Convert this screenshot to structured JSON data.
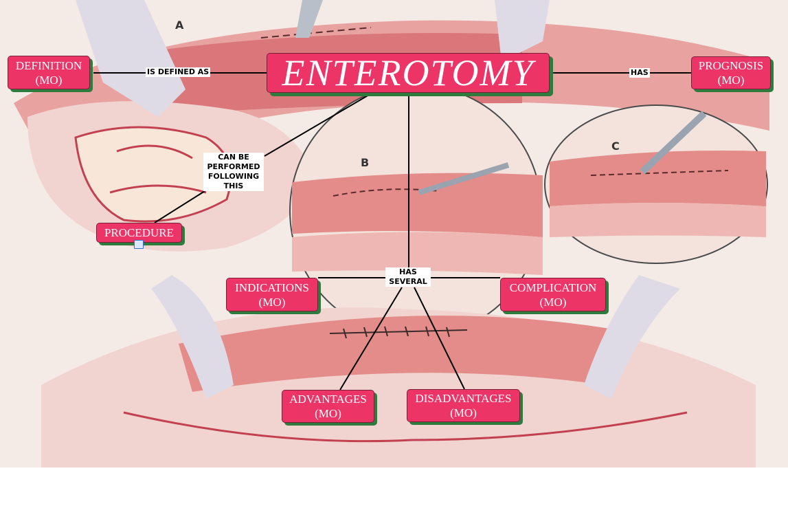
{
  "map": {
    "main_concept": "ENTEROTOMY",
    "concepts": {
      "definition": [
        "DEFINITION",
        "(MO)"
      ],
      "prognosis": [
        "PROGNOSIS",
        "(MO)"
      ],
      "procedure": [
        "PROCEDURE"
      ],
      "indications": [
        "INDICATIONS",
        "(MO)"
      ],
      "complication": [
        "COMPLICATION",
        "(MO)"
      ],
      "advantages": [
        "ADVANTAGES",
        "(MO)"
      ],
      "disadvantages": [
        "DISADVANTAGES",
        "(MO)"
      ]
    },
    "links": {
      "is_defined_as": [
        "IS DEFINED AS"
      ],
      "has": [
        "HAS"
      ],
      "can_be_performed": [
        "CAN BE",
        "PERFORMED",
        "FOLLOWING",
        "THIS"
      ],
      "has_several": [
        "HAS",
        "SEVERAL"
      ]
    }
  },
  "illustration": {
    "panel_labels": [
      "A",
      "B",
      "C"
    ]
  },
  "icons": {
    "submap": "concept-map-icon"
  },
  "colors": {
    "node_fill": "#ec3467",
    "node_shadow": "#2f7a3d",
    "link_line": "#000000"
  }
}
